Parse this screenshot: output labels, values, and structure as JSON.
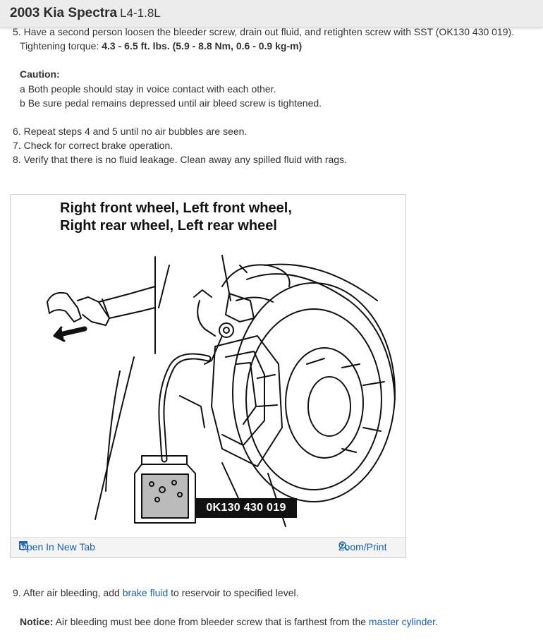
{
  "header": {
    "title": "2003 Kia Spectra",
    "subtitle": "L4-1.8L"
  },
  "steps_top": [
    {
      "num": "5.",
      "text": "Have a second person loosen the bleeder screw, drain out fluid, and retighten screw with SST (OK130 430 019)."
    },
    {
      "label": "Tightening torque:",
      "value": "4.3 - 6.5 ft. lbs. (5.9 - 8.8 Nm, 0.6 - 0.9 kg-m)"
    }
  ],
  "caution": {
    "heading": "Caution:",
    "items": [
      {
        "marker": "a",
        "text": "Both people should stay in voice contact with each other."
      },
      {
        "marker": "b",
        "text": "Be sure pedal remains depressed until air bleed screw is tightened."
      }
    ]
  },
  "steps_mid": [
    {
      "num": "6.",
      "text": "Repeat steps 4 and 5 until no air bubbles are seen."
    },
    {
      "num": "7.",
      "text": "Check for correct brake operation."
    },
    {
      "num": "8.",
      "text": "Verify that there is no fluid leakage. Clean away any spilled fluid with rags."
    }
  ],
  "figure": {
    "caption_line1": "Right front wheel, Left front wheel,",
    "caption_line2": "Right rear wheel, Left rear wheel",
    "part_number": "0K130 430 019",
    "open_tab_label": "Open In New Tab",
    "zoom_label": "Zoom/Print",
    "icons": {
      "open": "open-in-new-tab-icon",
      "zoom": "zoom-in-icon"
    }
  },
  "step9": {
    "num": "9.",
    "text_before": "After air bleeding, add ",
    "link_text": "brake fluid",
    "text_after": " to reservoir to specified level."
  },
  "notice": {
    "label": "Notice:",
    "text_before": " Air bleeding must bee done from bleeder screw that is farthest from the ",
    "link_text": "master cylinder",
    "text_after": "."
  },
  "colors": {
    "link": "#1a5fa8",
    "header_bg": "#ececec",
    "text": "#333333"
  }
}
